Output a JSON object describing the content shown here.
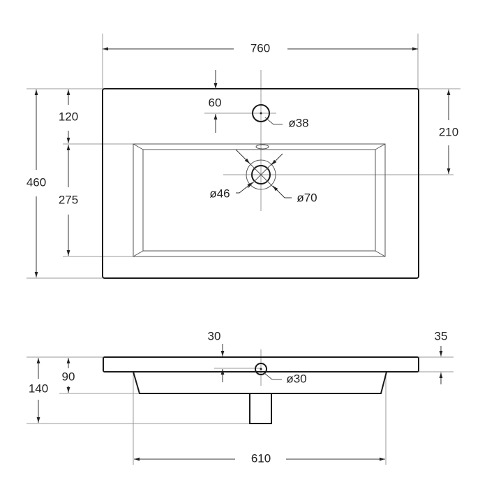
{
  "top_view": {
    "width": "760",
    "depth": "460",
    "faucet_offset": "60",
    "faucet_hole": "ø38",
    "bowl_offset": "120",
    "bowl_depth": "275",
    "drain_offset": "210",
    "drain_inner": "ø46",
    "drain_outer": "ø70"
  },
  "side_view": {
    "overflow_offset": "30",
    "slab_thickness": "35",
    "overflow_hole": "ø30",
    "bowl_height": "90",
    "total_height": "140",
    "bowl_width": "610"
  }
}
